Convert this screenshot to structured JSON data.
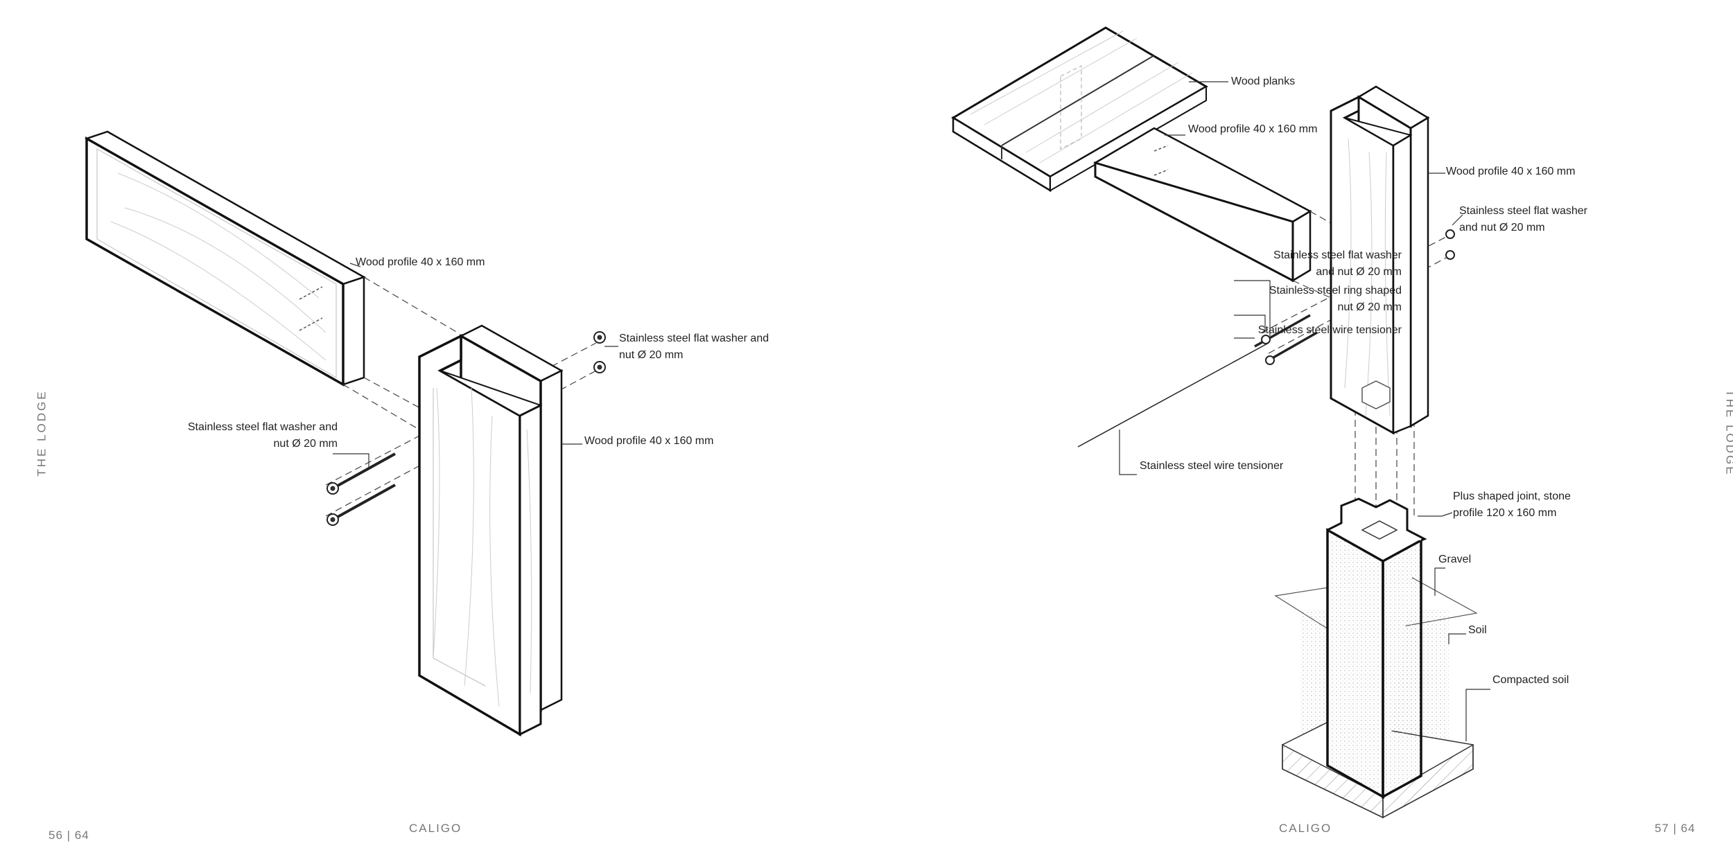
{
  "left_page": {
    "side_title": "THE LODGE",
    "page_number": "56 | 64",
    "footer_title": "CALIGO",
    "labels": {
      "wood_profile_top": "Wood profile 40 x 160 mm",
      "washer_right_1": "Stainless steel flat washer and",
      "washer_right_2": "nut Ø 20 mm",
      "washer_left_1": "Stainless steel flat washer and",
      "washer_left_2": "nut Ø 20 mm",
      "wood_profile_post": "Wood profile 40 x 160 mm"
    }
  },
  "right_page": {
    "side_title": "THE LODGE",
    "page_number": "57 | 64",
    "footer_title": "CALIGO",
    "labels": {
      "wood_planks": "Wood planks",
      "wood_profile_beam": "Wood profile 40 x 160 mm",
      "wood_profile_post": "Wood profile 40 x 160 mm",
      "washer_right_1": "Stainless steel flat washer",
      "washer_right_2": "and nut Ø 20 mm",
      "washer_left_1": "Stainless steel flat washer",
      "washer_left_2": "and nut Ø 20 mm",
      "ring_nut_1": "Stainless steel ring shaped",
      "ring_nut_2": "nut Ø 20 mm",
      "wire_tensioner_top": "Stainless steel wire tensioner",
      "wire_tensioner_bottom": "Stainless steel wire tensioner",
      "plus_joint_1": "Plus shaped joint, stone",
      "plus_joint_2": "profile 120 x 160 mm",
      "gravel": "Gravel",
      "soil": "Soil",
      "compacted_soil": "Compacted soil"
    }
  }
}
